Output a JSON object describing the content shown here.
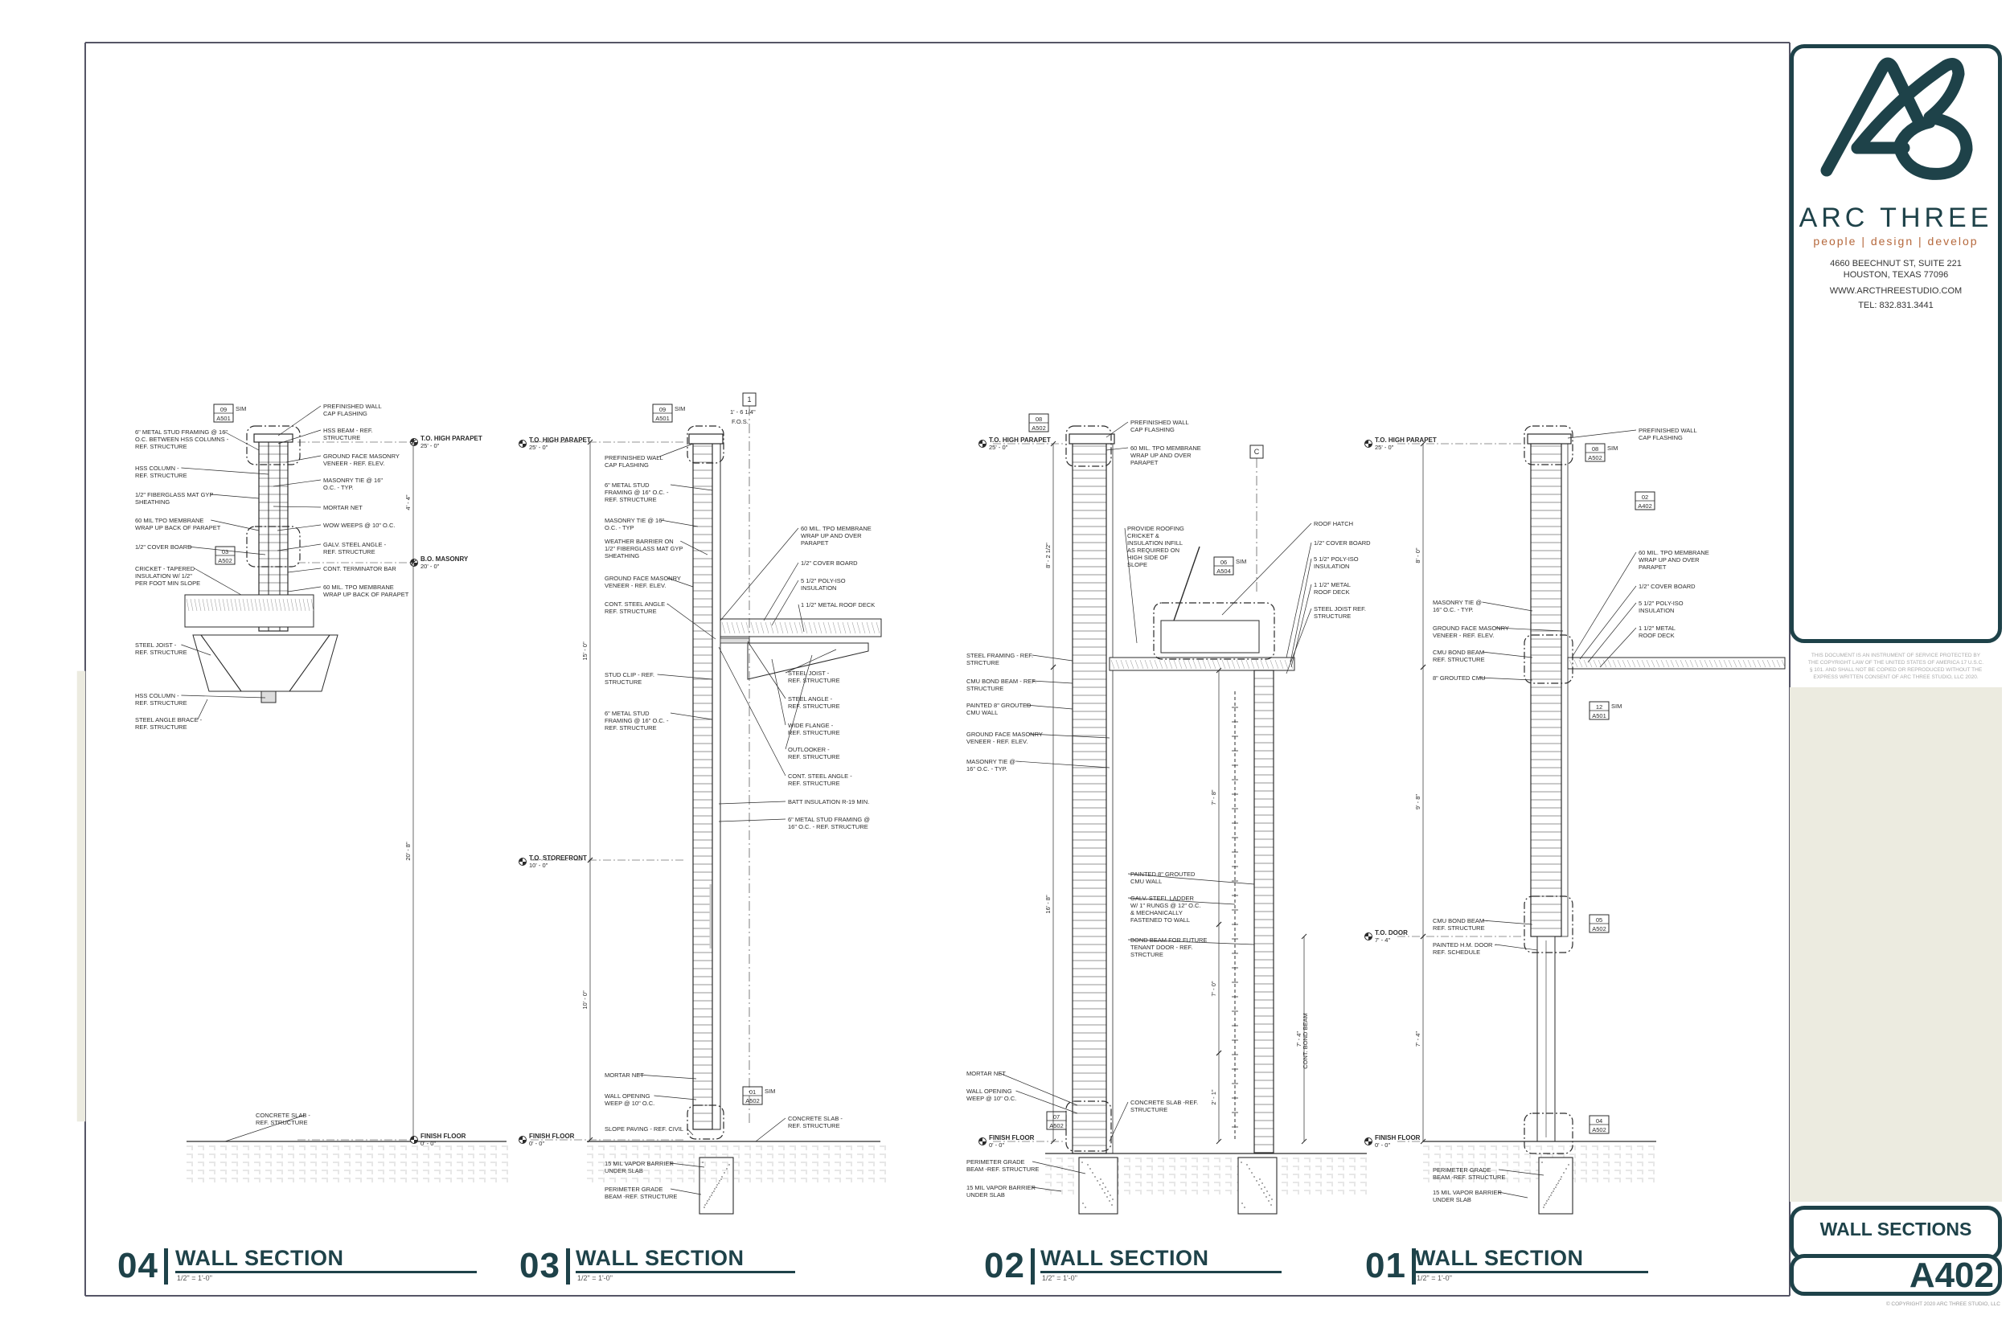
{
  "brand": {
    "name": "ARC THREE",
    "tagline": "people | design | develop",
    "address1": "4660 BEECHNUT ST, SUITE 221",
    "address2": "HOUSTON, TEXAS 77096",
    "website": "WWW.ARCTHREESTUDIO.COM",
    "phone": "TEL: 832.831.3441",
    "accent_color": "#1e4249",
    "tagline_color": "#b5683c"
  },
  "disclaimer": [
    "THIS DOCUMENT IS AN INSTRUMENT OF SERVICE PROTECTED BY",
    "THE COPYRIGHT LAW OF THE UNITED STATES OF AMERICA 17 U.S.C.",
    "§ 101. AND SHALL NOT BE COPIED OR REPRODUCED WITHOUT THE",
    "EXPRESS WRITTEN CONSENT OF ARC THREE STUDIO, LLC 2020."
  ],
  "sheet": {
    "title": "WALL SECTIONS",
    "number": "A402",
    "copyright": "© COPYRIGHT 2020 ARC THREE STUDIO, LLC"
  },
  "views": [
    {
      "number": "04",
      "title": "WALL SECTION",
      "scale": "1/2\" = 1'-0\""
    },
    {
      "number": "03",
      "title": "WALL SECTION",
      "scale": "1/2\" = 1'-0\""
    },
    {
      "number": "02",
      "title": "WALL SECTION",
      "scale": "1/2\" = 1'-0\""
    },
    {
      "number": "01",
      "title": "WALL SECTION",
      "scale": "1/2\" = 1'-0\""
    }
  ],
  "levels": {
    "high_parapet": "T.O. HIGH PARAPET",
    "high_parapet_el": "25' - 0\"",
    "bo_masonry": "B.O. MASONRY",
    "bo_masonry_el": "20' - 0\"",
    "storefront": "T.O. STOREFRONT",
    "storefront_el": "10' - 0\"",
    "door": "T.O. DOOR",
    "door_el": "7' - 4\"",
    "finish_floor": "FINISH FLOOR",
    "finish_floor_el": "0' - 0\""
  },
  "dims": {
    "s04": [
      "4' - 4\"",
      "20' - 8\""
    ],
    "s03": [
      "15' - 0\"",
      "10' - 0\"",
      "1' - 6 1/4\"",
      "F.O.S."
    ],
    "s02": [
      "8' - 2 1/2\"",
      "16' - 8\"",
      "7' - 8\"",
      "7' - 0\"",
      "2' - 1\"",
      "7' - 4\"",
      "CONT. BOND BEAM"
    ],
    "s01": [
      "8' - 0\"",
      "9' - 8\"",
      "7' - 4\""
    ]
  },
  "grids": {
    "s03": "1",
    "s02": "C"
  },
  "tags": {
    "s04": [
      {
        "top": "09",
        "bot": "A501",
        "sim": "SIM"
      },
      {
        "top": "03",
        "bot": "A502",
        "sim": ""
      }
    ],
    "s03": [
      {
        "top": "09",
        "bot": "A501",
        "sim": "SIM"
      },
      {
        "top": "01",
        "bot": "A502",
        "sim": "SIM"
      }
    ],
    "s02": [
      {
        "top": "08",
        "bot": "A502",
        "sim": ""
      },
      {
        "top": "06",
        "bot": "A504",
        "sim": "SIM"
      },
      {
        "top": "07",
        "bot": "A502",
        "sim": ""
      }
    ],
    "s01": [
      {
        "top": "08",
        "bot": "A502",
        "sim": "SIM"
      },
      {
        "top": "02",
        "bot": "A402",
        "sim": ""
      },
      {
        "top": "12",
        "bot": "A501",
        "sim": "SIM"
      },
      {
        "top": "05",
        "bot": "A502",
        "sim": ""
      },
      {
        "top": "04",
        "bot": "A502",
        "sim": ""
      }
    ]
  },
  "notes": {
    "s04_left": [
      [
        "6\" METAL STUD FRAMING @ 16\"",
        "O.C. BETWEEN HSS COLUMNS -",
        "REF. STRUCTURE"
      ],
      [
        "HSS COLUMN -",
        "REF. STRUCTURE"
      ],
      [
        "1/2\" FIBERGLASS MAT GYP",
        "SHEATHING"
      ],
      [
        "60 MIL TPO MEMBRANE",
        "WRAP UP BACK OF PARAPET"
      ],
      [
        "1/2\" COVER BOARD"
      ],
      [
        "CRICKET - TAPERED",
        "INSULATION W/ 1/2\"",
        "PER FOOT MIN SLOPE"
      ],
      [
        "STEEL JOIST -",
        "REF. STRUCTURE"
      ],
      [
        "HSS COLUMN -",
        "REF. STRUCTURE"
      ],
      [
        "STEEL ANGLE BRACE -",
        "REF. STRUCTURE"
      ]
    ],
    "s04_right": [
      [
        "PREFINISHED WALL",
        "CAP FLASHING"
      ],
      [
        "HSS BEAM - REF.",
        "STRUCTURE"
      ],
      [
        "GROUND FACE MASONRY",
        "VENEER - REF. ELEV."
      ],
      [
        "MASONRY TIE @ 16\"",
        "O.C. - TYP."
      ],
      [
        "MORTAR NET"
      ],
      [
        "WOW WEEPS @ 10\" O.C."
      ],
      [
        "GALV. STEEL ANGLE -",
        "REF. STRUCTURE"
      ],
      [
        "CONT. TERMINATOR BAR"
      ],
      [
        "60 MIL. TPO MEMBRANE",
        "WRAP UP BACK OF PARAPET"
      ]
    ],
    "s04_bottom": [
      [
        "CONCRETE SLAB -",
        "REF. STRUCTURE"
      ]
    ],
    "s03_left": [
      [
        "PREFINISHED WALL",
        "CAP FLASHING"
      ],
      [
        "6\" METAL STUD",
        "FRAMING @ 16\" O.C. -",
        "REF. STRUCTURE"
      ],
      [
        "MASONRY TIE @ 16\"",
        "O.C. - TYP"
      ],
      [
        "WEATHER BARRIER ON",
        "1/2\" FIBERGLASS MAT GYP",
        "SHEATHING"
      ],
      [
        "GROUND FACE MASONRY",
        "VENEER - REF. ELEV."
      ],
      [
        "CONT. STEEL ANGLE -",
        "REF. STRUCTURE"
      ],
      [
        "STUD CLIP - REF.",
        "STRUCTURE"
      ],
      [
        "6\" METAL STUD",
        "FRAMING @ 16\" O.C. -",
        "REF. STRUCTURE"
      ],
      [
        "MORTAR NET"
      ],
      [
        "WALL OPENING",
        "WEEP @ 10\" O.C."
      ],
      [
        "SLOPE PAVING - REF. CIVIL"
      ],
      [
        "15 MIL VAPOR BARRIER",
        "UNDER SLAB"
      ],
      [
        "PERIMETER GRADE",
        "BEAM -REF. STRUCTURE"
      ]
    ],
    "s03_right": [
      [
        "60 MIL. TPO MEMBRANE",
        "WRAP UP AND OVER",
        "PARAPET"
      ],
      [
        "1/2\" COVER BOARD"
      ],
      [
        "5 1/2\" POLY-ISO",
        "INSULATION"
      ],
      [
        "1 1/2\" METAL ROOF DECK"
      ],
      [
        "STEEL JOIST -",
        "REF. STRUCTURE"
      ],
      [
        "STEEL ANGLE -",
        "REF. STRUCTURE"
      ],
      [
        "WIDE FLANGE -",
        "REF. STRUCTURE"
      ],
      [
        "OUTLOOKER -",
        "REF. STRUCTURE"
      ],
      [
        "CONT. STEEL ANGLE -",
        "REF. STRUCTURE"
      ],
      [
        "BATT INSULATION R-19 MIN."
      ],
      [
        "6\" METAL STUD FRAMING @",
        "16\" O.C. - REF. STRUCTURE"
      ],
      [
        "CONCRETE SLAB -",
        "REF. STRUCTURE"
      ]
    ],
    "s02_left": [
      [
        "STEEL FRAMING - REF.",
        "STRCTURE"
      ],
      [
        "CMU BOND BEAM - REF.",
        "STRUCTURE"
      ],
      [
        "PAINTED 8\" GROUTED",
        "CMU WALL"
      ],
      [
        "GROUND FACE MASONRY",
        "VENEER - REF. ELEV."
      ],
      [
        "MASONRY TIE @",
        "16\" O.C. - TYP."
      ],
      [
        "MORTAR NET"
      ],
      [
        "WALL OPENING",
        "WEEP @ 10\" O.C."
      ],
      [
        "PERIMETER GRADE",
        "BEAM -REF. STRUCTURE"
      ],
      [
        "15 MIL VAPOR BARRIER",
        "UNDER SLAB"
      ]
    ],
    "s02_right": [
      [
        "PREFINISHED WALL",
        "CAP FLASHING"
      ],
      [
        "60 MIL. TPO MEMBRANE",
        "WRAP UP AND OVER",
        "PARAPET"
      ],
      [
        "PROVIDE ROOFING",
        "CRICKET &",
        "INSULATION INFILL",
        "AS REQUIRED ON",
        "HIGH SIDE OF",
        "SLOPE"
      ],
      [
        "ROOF HATCH"
      ],
      [
        "1/2\" COVER BOARD"
      ],
      [
        "5 1/2\" POLY-ISO",
        "INSULATION"
      ],
      [
        "1 1/2\" METAL",
        "ROOF DECK"
      ],
      [
        "STEEL JOIST REF.",
        "STRUCTURE"
      ],
      [
        "PAINTED 8\" GROUTED",
        "CMU WALL"
      ],
      [
        "GALV. STEEL LADDER",
        "W/ 1\" RUNGS @ 12\" O.C.",
        "& MECHANICALLY",
        "FASTENED TO WALL"
      ],
      [
        "BOND BEAM FOR FUTURE",
        "TENANT DOOR - REF.",
        "STRCTURE"
      ],
      [
        "CONCRETE SLAB -REF.",
        "STRUCTURE"
      ]
    ],
    "s01_left": [
      [
        "MASONRY TIE @",
        "16\" O.C. - TYP."
      ],
      [
        "GROUND FACE MASONRY",
        "VENEER - REF. ELEV."
      ],
      [
        "CMU BOND BEAM -",
        "REF. STRUCTURE"
      ],
      [
        "8\" GROUTED CMU"
      ],
      [
        "CMU BOND BEAM -",
        "REF. STRUCTURE"
      ],
      [
        "PAINTED H.M. DOOR -",
        "REF. SCHEDULE"
      ],
      [
        "PERIMETER GRADE",
        "BEAM -REF. STRUCTURE"
      ],
      [
        "15 MIL VAPOR BARRIER",
        "UNDER SLAB"
      ]
    ],
    "s01_right": [
      [
        "PREFINISHED WALL",
        "CAP FLASHING"
      ],
      [
        "60 MIL. TPO MEMBRANE",
        "WRAP UP AND OVER",
        "PARAPET"
      ],
      [
        "1/2\" COVER BOARD"
      ],
      [
        "5 1/2\" POLY-ISO",
        "INSULATION"
      ],
      [
        "1 1/2\" METAL",
        "ROOF DECK"
      ]
    ]
  }
}
